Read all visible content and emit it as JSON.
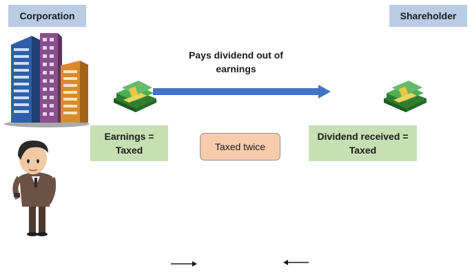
{
  "labels": {
    "corporation": "Corporation",
    "shareholder": "Shareholder"
  },
  "flow": {
    "caption_line1": "Pays dividend out of",
    "caption_line2": "earnings"
  },
  "boxes": {
    "earnings_line1": "Earnings =",
    "earnings_line2": "Taxed",
    "dividend_line1": "Dividend received =",
    "dividend_line2": "Taxed",
    "taxed_twice": "Taxed twice"
  },
  "colors": {
    "label_fill": "#b8cce4",
    "green_fill": "#c6e0b4",
    "orange_fill": "#f8cbad",
    "arrow": "#4472c4"
  },
  "icons": [
    "office-buildings-icon",
    "money-stack-icon",
    "businessman-icon"
  ]
}
